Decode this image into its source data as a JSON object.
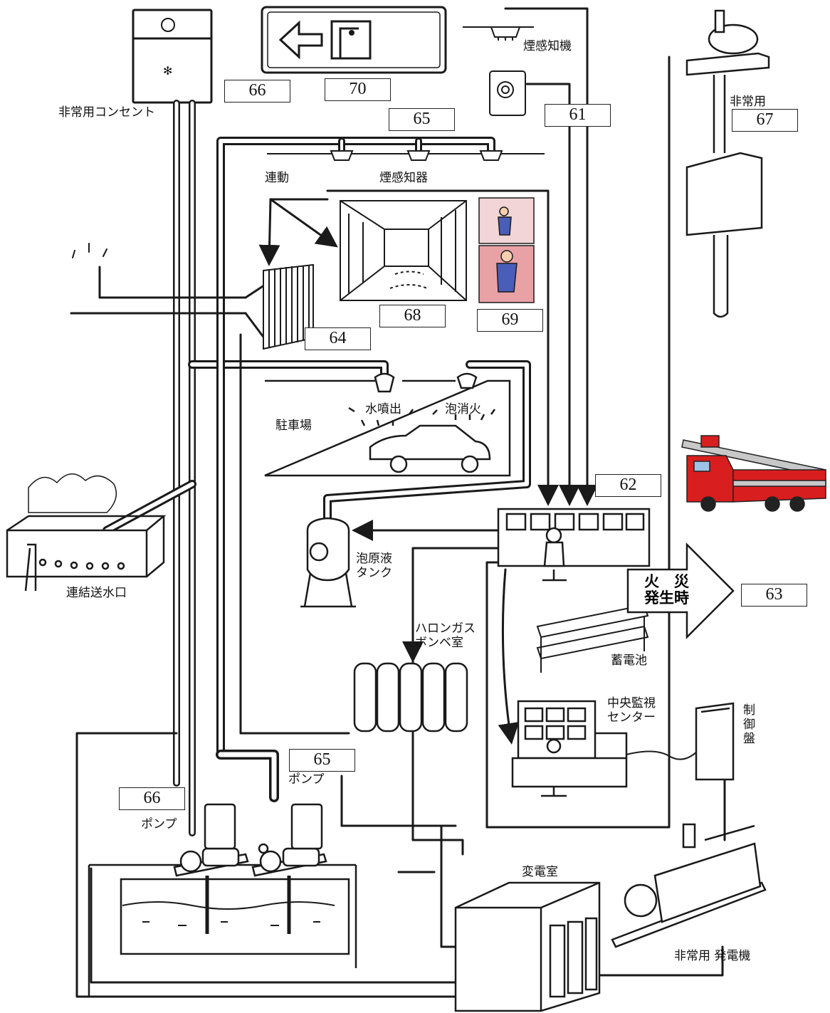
{
  "labels": {
    "emergency_outlet": "非常用コンセント",
    "smoke_detector_top": "煙感知機",
    "emergency_elevator": "非常用",
    "linked": "連動",
    "smoke_detector": "煙感知器",
    "water_spray": "水噴出",
    "foam_extinguish": "泡消火",
    "parking": "駐車場",
    "siamese_connection": "連結送水口",
    "foam_tank": "泡原液\nタンク",
    "halon_room": "ハロンガス\nボンベ室",
    "battery": "蓄電池",
    "central_monitor": "中央監視\nセンター",
    "control_panel": "制御盤",
    "pump_left": "ポンプ",
    "pump_right": "ポンプ",
    "substation": "変電室",
    "generator": "非常用 発電機",
    "fire_line1": "火　災",
    "fire_line2": "発生時"
  },
  "numbers": {
    "n61": "61",
    "n62": "62",
    "n63": "63",
    "n64": "64",
    "n65_top": "65",
    "n65_bottom": "65",
    "n66_top": "66",
    "n66_bottom": "66",
    "n67": "67",
    "n68": "68",
    "n69": "69",
    "n70": "70"
  },
  "colors": {
    "line": "#1a1a1a",
    "pipe_fill": "#ffffff",
    "truck_red": "#d81e1e",
    "door_pink": "#e8a2a6",
    "exit_green": "#3a3a3a"
  }
}
